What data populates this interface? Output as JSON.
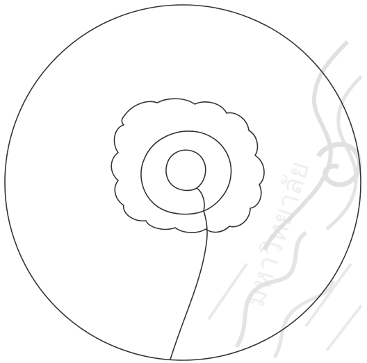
{
  "figure": {
    "kind": "line drawing",
    "elements": [
      "outer-circle",
      "cloud-outline",
      "middle-spiral-ring",
      "inner-spiral-ring",
      "stem-line"
    ],
    "stroke_color": "#333333",
    "background_color": "#ffffff"
  },
  "watermark": {
    "text": "มหาวิทยาลัย",
    "color": "#b3b3b3",
    "type": "university seal"
  }
}
